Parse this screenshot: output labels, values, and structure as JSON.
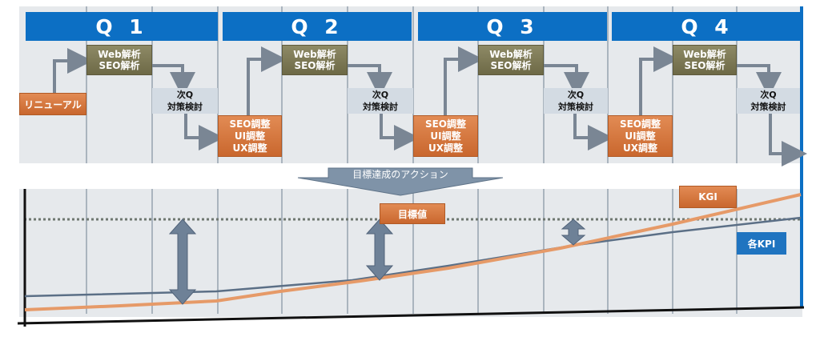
{
  "quarters": [
    {
      "label": "Q 1",
      "steps": {
        "analysis": "Web解析\nSEO解析",
        "next": "次Q\n対策検討",
        "start": "リニューアル"
      }
    },
    {
      "label": "Q 2",
      "steps": {
        "analysis": "Web解析\nSEO解析",
        "next": "次Q\n対策検討",
        "tuning": "SEO調整\nUI調整\nUX調整"
      }
    },
    {
      "label": "Q 3",
      "steps": {
        "analysis": "Web解析\nSEO解析",
        "next": "次Q\n対策検討",
        "tuning": "SEO調整\nUI調整\nUX調整"
      }
    },
    {
      "label": "Q 4",
      "steps": {
        "analysis": "Web解析\nSEO解析",
        "next": "次Q\n対策検討",
        "tuning": "SEO調整\nUI調整\nUX調整"
      }
    }
  ],
  "action_banner": "目標達成のアクション",
  "target_label": "目標値",
  "kgi_label": "KGI",
  "kpi_label": "各KPI",
  "colors": {
    "header_blue": "#0c6fc4",
    "panel_gray": "#e6e9ec",
    "analysis_olive": "#7d7956",
    "tuning_orange": "#d8773e",
    "kgi_line": "#e69a68",
    "kpi_line": "#5b6f86",
    "arrow_fill": "#6e8197"
  }
}
